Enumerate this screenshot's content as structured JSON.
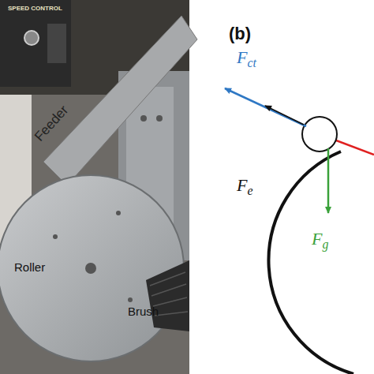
{
  "diagram": {
    "labels": [
      "SPEED CONTROL",
      "Feeder",
      "Roller",
      "Brush",
      "(b)",
      "Fct",
      "Fe",
      "Fg"
    ]
  }
}
